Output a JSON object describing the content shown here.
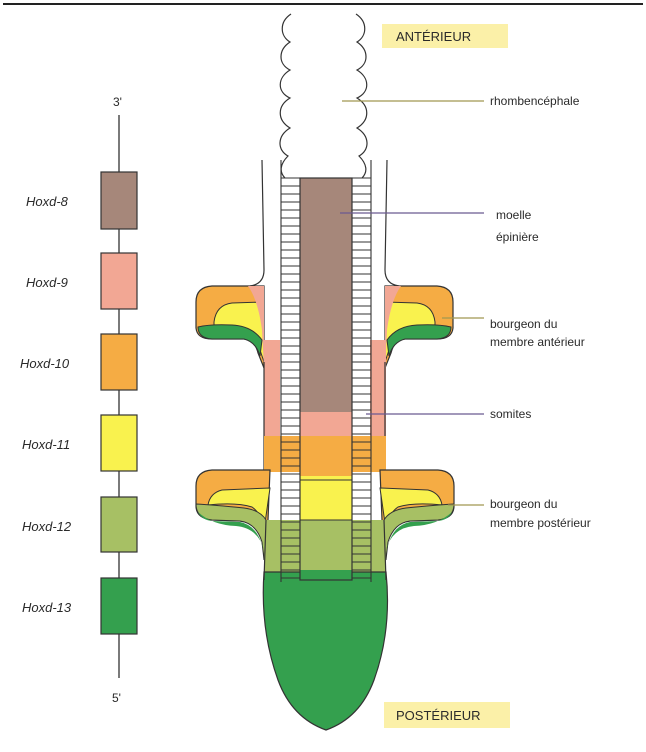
{
  "orientation": {
    "anterior": "ANTÉRIEUR",
    "posterior": "POSTÉRIEUR",
    "label_bg": "#fbf0a8"
  },
  "cluster": {
    "end_top": "3'",
    "end_bottom": "5'",
    "genes": [
      {
        "label": "Hoxd-8",
        "color": "#a6877a"
      },
      {
        "label": "Hoxd-9",
        "color": "#f2a794"
      },
      {
        "label": "Hoxd-10",
        "color": "#f5ac44"
      },
      {
        "label": "Hoxd-11",
        "color": "#f9f24e"
      },
      {
        "label": "Hoxd-12",
        "color": "#a7c064"
      },
      {
        "label": "Hoxd-13",
        "color": "#34a04e"
      }
    ]
  },
  "callouts": {
    "hindbrain": "rhombencéphale",
    "spinal_1": "moelle",
    "spinal_2": "épinière",
    "forelimb_1": "bourgeon du",
    "forelimb_2": "membre antérieur",
    "somites": "somites",
    "hindlimb_1": "bourgeon du",
    "hindlimb_2": "membre postérieur"
  },
  "colors": {
    "outline": "#222222",
    "leader": "#a09850",
    "leader_purple": "#6b5a90"
  }
}
